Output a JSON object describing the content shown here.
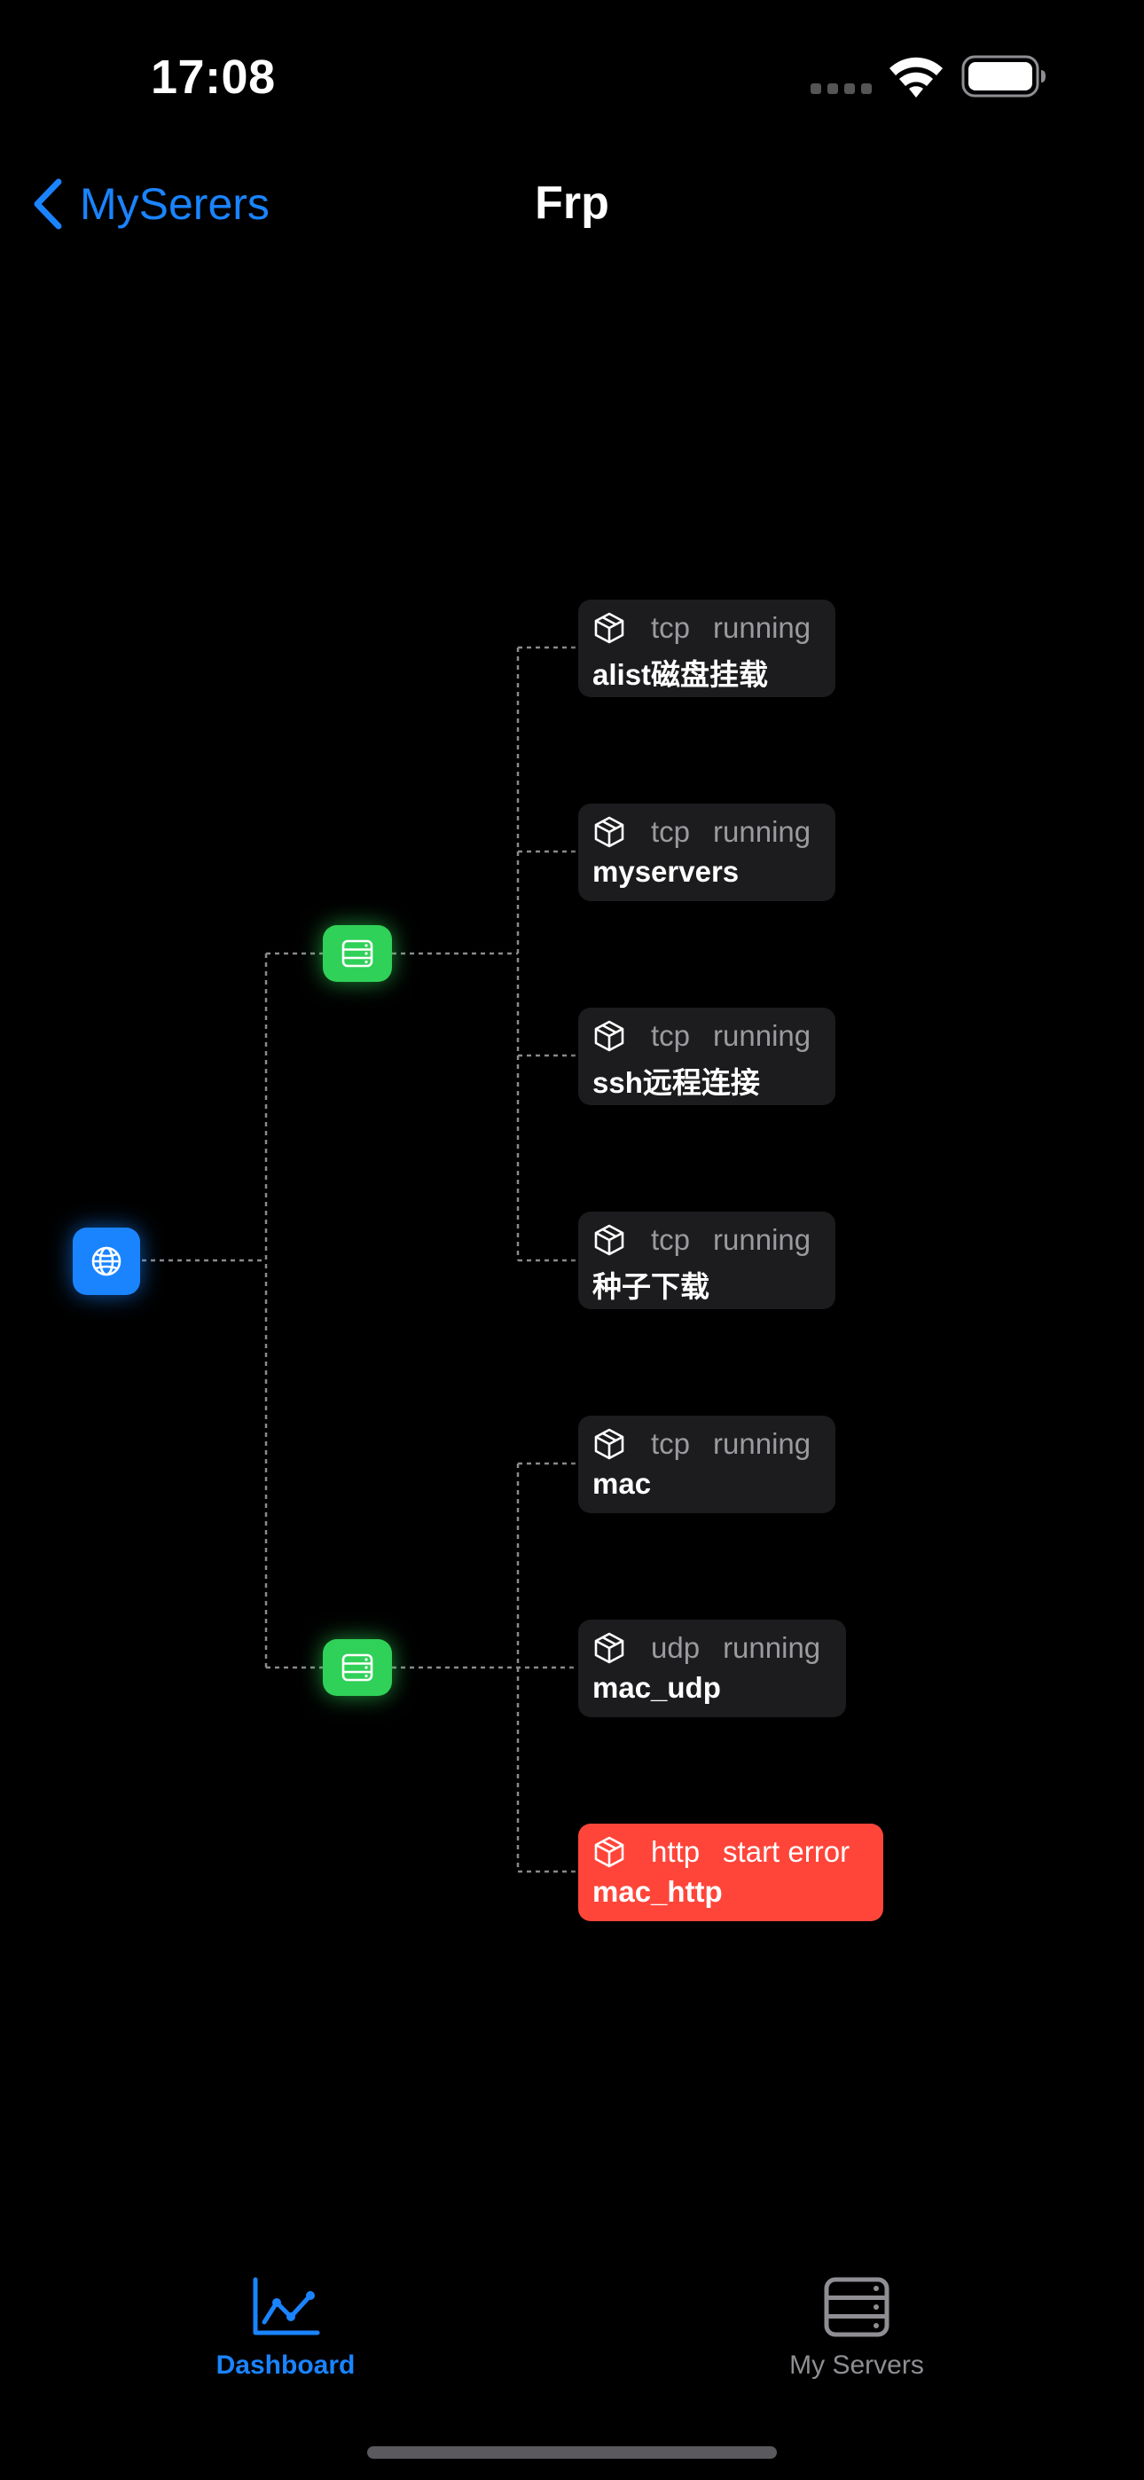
{
  "status_bar": {
    "time": "17:08"
  },
  "nav": {
    "back_label": "MySerers",
    "title": "Frp"
  },
  "topology": {
    "root_icon": "globe-icon",
    "server_icon": "server-rack-icon",
    "proxy_icon": "cube-icon",
    "servers": [
      {
        "proxies": [
          {
            "protocol": "tcp",
            "status": "running",
            "name": "alist磁盘挂载"
          },
          {
            "protocol": "tcp",
            "status": "running",
            "name": "myservers"
          },
          {
            "protocol": "tcp",
            "status": "running",
            "name": "ssh远程连接"
          },
          {
            "protocol": "tcp",
            "status": "running",
            "name": "种子下载"
          }
        ]
      },
      {
        "proxies": [
          {
            "protocol": "tcp",
            "status": "running",
            "name": "mac"
          },
          {
            "protocol": "udp",
            "status": "running",
            "name": "mac_udp"
          },
          {
            "protocol": "http",
            "status": "start error",
            "name": "mac_http"
          }
        ]
      }
    ]
  },
  "tab_bar": {
    "items": [
      {
        "label": "Dashboard",
        "icon": "chart-line-icon",
        "selected": true
      },
      {
        "label": "My Servers",
        "icon": "server-rack-icon",
        "selected": false
      }
    ]
  },
  "colors": {
    "accent": "#1a84ff",
    "server_node": "#30d158",
    "error": "#ff453a",
    "card_bg": "#1c1c1e",
    "secondary_text": "#9a9a9f"
  }
}
